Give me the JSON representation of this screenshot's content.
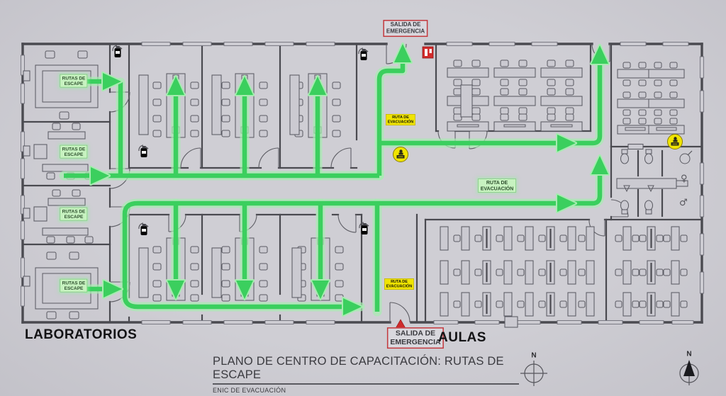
{
  "header": {
    "title": "PLANO DE CENTRO DE CAPACITACIÓN: RUTAS DE ESCAPE",
    "subtitle": "ENIC DE EVACUACIÓN"
  },
  "areas": {
    "laboratorios": "LABORATORIOS",
    "aulas": "AULAS"
  },
  "labels": {
    "escape_routes": [
      "RUTAS DE\nESCAPE",
      "RUTAS DE\nESCAPE",
      "RUTAS DE\nESCAPE",
      "RUTAS DE\nESCAPE"
    ],
    "evacuation_main": "RUTA DE\nEVACUACIÓN",
    "evacuation_small": [
      "RUTA DE\nEVACUACIÓN",
      "RUTA DE\nEVACUACIÓN"
    ],
    "emergency_exits": [
      "SALIDA DE\nEMERGENCIA",
      "SALIDA DE\nEMERGENCIA"
    ]
  },
  "compass": {
    "north": "N"
  },
  "icons": {
    "fire_extinguisher_count": 5,
    "alarm_point_count": 2,
    "emergency_exit_sign_count": 1
  },
  "colors": {
    "route_green": "#3bcf5e",
    "route_glow": "#a6ecb0",
    "escape_label_bg": "#c7f2c0",
    "alarm_yellow": "#f0e400",
    "emergency_red": "#cf2b2b",
    "wall": "#4a4a50",
    "background": "#cdccd2"
  }
}
